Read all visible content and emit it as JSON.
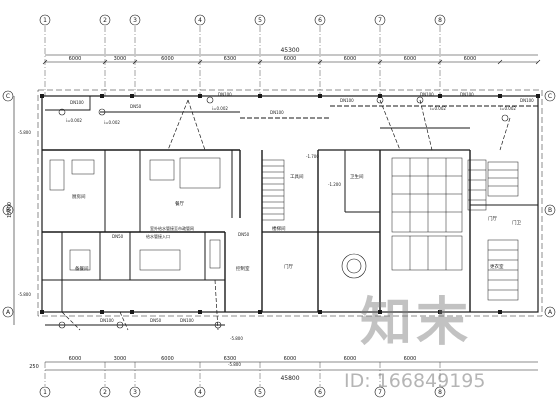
{
  "drawing": {
    "top_total_dim": "45300",
    "bottom_total_dim": "45800",
    "top_dims": [
      "6000",
      "3000",
      "6000",
      "6300",
      "6000",
      "6000",
      "6000",
      "6000"
    ],
    "bottom_dims": [
      "6000",
      "3000",
      "6000",
      "6300",
      "6000",
      "6000",
      "6000"
    ],
    "col_tags": [
      "1",
      "2",
      "3",
      "4",
      "5",
      "6",
      "7",
      "8"
    ],
    "row_tags_left": [
      "C",
      "B",
      "A"
    ],
    "row_tags_right": [
      "C",
      "B",
      "A"
    ],
    "left_dim": "15000",
    "left_edge_dim": "250",
    "pipe_labels": [
      "DN100",
      "DN50",
      "DN100",
      "DN100",
      "DN100",
      "DN100",
      "DN100",
      "DN100",
      "DN100",
      "DN50",
      "DN100",
      "DN50",
      "DN50"
    ],
    "slope_labels": [
      "i=0.002",
      "i=0.002",
      "i=0.002",
      "i=0.002",
      "i=0.002"
    ],
    "elev_labels": [
      "-5.800",
      "-5.800",
      "-5.800",
      "-5.800",
      "-1.700",
      "-1.200"
    ],
    "room_labels": [
      "厨房间",
      "餐厅",
      "门厅",
      "楼梯间",
      "工具间",
      "卫生间",
      "门厅",
      "更衣室",
      "备餐间",
      "控制室",
      "门卫"
    ],
    "notes": [
      "室外给水管接至市政管网",
      "给水管接入口"
    ]
  },
  "watermark": {
    "logo_text": "知末",
    "id_text": "ID: 166849195"
  }
}
